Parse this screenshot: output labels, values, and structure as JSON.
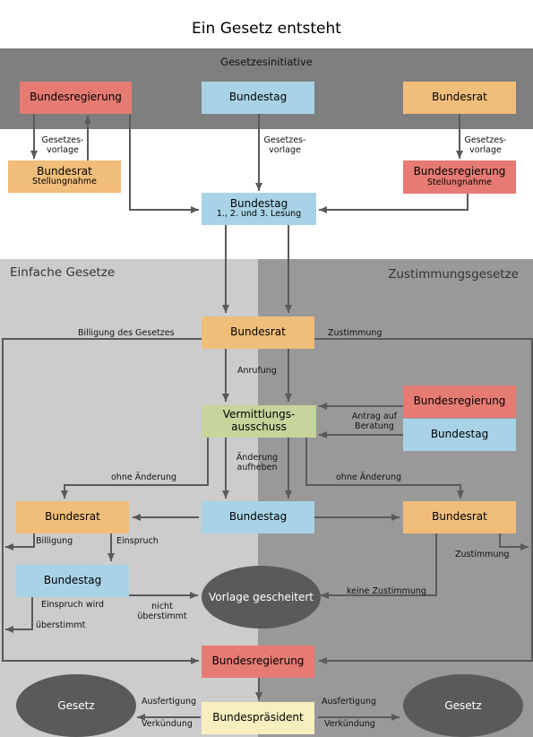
{
  "title": "Ein Gesetz entsteht",
  "band_title": "Gesetzesinitiative",
  "section_left": "Einfache Gesetze",
  "section_right": "Zustimmungsgesetze",
  "boxes": {
    "bundesregierung_top": "Bundesregierung",
    "bundestag_top": "Bundestag",
    "bundesrat_top": "Bundesrat",
    "bundesrat_stellung_main": "Bundesrat",
    "bundesrat_stellung_sub": "Stellungnahme",
    "bundesregierung_stellung_main": "Bundesregierung",
    "bundesregierung_stellung_sub": "Stellungnahme",
    "bundestag_lesung_main": "Bundestag",
    "bundestag_lesung_sub": "1., 2. und 3. Lesung",
    "bundesrat_mid": "Bundesrat",
    "vermittlung_line1": "Vermittlungs-",
    "vermittlung_line2": "ausschuss",
    "bundesregierung_right": "Bundesregierung",
    "bundestag_right": "Bundestag",
    "bundesrat_left": "Bundesrat",
    "bundestag_center": "Bundestag",
    "bundesrat_right": "Bundesrat",
    "bundestag_left": "Bundestag",
    "vorlage_gescheitert": "Vorlage gescheitert",
    "bundesregierung_bottom": "Bundesregierung",
    "bundespraesident": "Bundespräsident",
    "gesetz_left": "Gesetz",
    "gesetz_right": "Gesetz"
  },
  "labels": {
    "gesetzesvorlage_left_1": "Gesetzes-",
    "gesetzesvorlage_left_2": "vorlage",
    "gesetzesvorlage_center_1": "Gesetzes-",
    "gesetzesvorlage_center_2": "vorlage",
    "gesetzesvorlage_right_1": "Gesetzes-",
    "gesetzesvorlage_right_2": "vorlage",
    "billigung_des_gesetzes": "Billigung des Gesetzes",
    "zustimmung_top": "Zustimmung",
    "anrufung": "Anrufung",
    "antrag_1": "Antrag auf",
    "antrag_2": "Beratung",
    "ohne_aenderung_left": "ohne Änderung",
    "aenderung_1": "Änderung",
    "aenderung_2": "aufheben",
    "ohne_aenderung_right": "ohne Änderung",
    "billigung": "Billigung",
    "einspruch": "Einspruch",
    "zustimmung_right": "Zustimmung",
    "einspruch_wird": "Einspruch wird",
    "ueberstimmt": "überstimmt",
    "nicht_1": "nicht",
    "nicht_2": "überstimmt",
    "keine_zustimmung": "keine Zustimmung",
    "ausfertigung_left": "Ausfertigung",
    "verkuendung_left": "Verkündung",
    "ausfertigung_right": "Ausfertigung",
    "verkuendung_right": "Verkündung"
  },
  "colors": {
    "band": "#7f7f7f",
    "left_section": "#cccccc",
    "right_section": "#999999",
    "lines": "#5a5a5a",
    "red": "#e57b73",
    "blue": "#a8d3e6",
    "orange": "#f1bd7a",
    "green": "#c5d59b",
    "yellow": "#f8efbf",
    "ellipse": "#5a5a5a"
  }
}
